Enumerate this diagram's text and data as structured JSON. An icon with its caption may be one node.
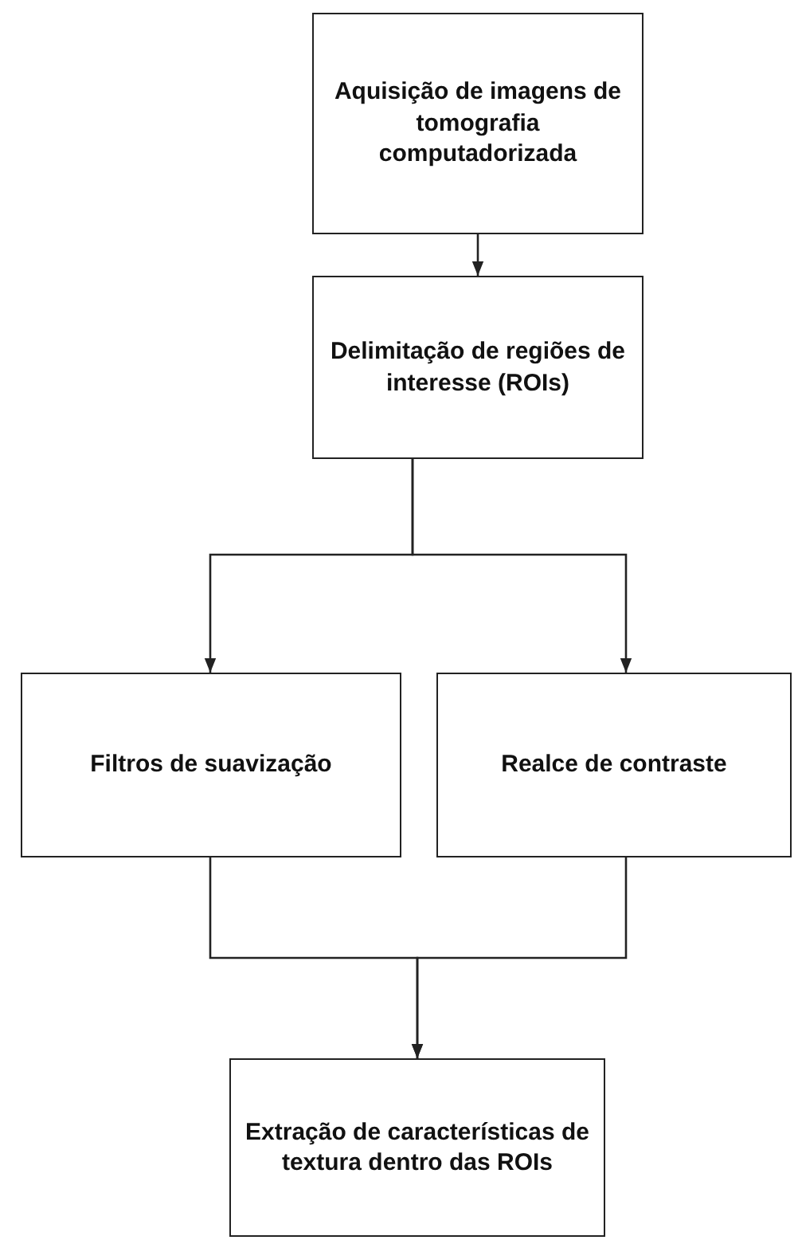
{
  "diagram": {
    "nodes": [
      {
        "text": [
          "Aquisição de imagens de tomografia computadorizada"
        ]
      },
      {
        "text": [
          "Delimitação de regiões de interesse (ROIs)"
        ]
      },
      {
        "text": [
          "Filtros de suavização"
        ]
      },
      {
        "text": [
          "Realce de contraste"
        ]
      },
      {
        "text": [
          "Extração de características de textura dentro das ROIs"
        ]
      }
    ],
    "edges": [
      {
        "from": 0,
        "to": 1,
        "arrow": "to"
      },
      {
        "from": 1,
        "to": 2,
        "arrow": "to"
      },
      {
        "from": 1,
        "to": 3,
        "arrow": "to"
      },
      {
        "from": 2,
        "to": 4,
        "arrow": "to"
      },
      {
        "from": 3,
        "to": 4,
        "arrow": "to"
      }
    ]
  }
}
